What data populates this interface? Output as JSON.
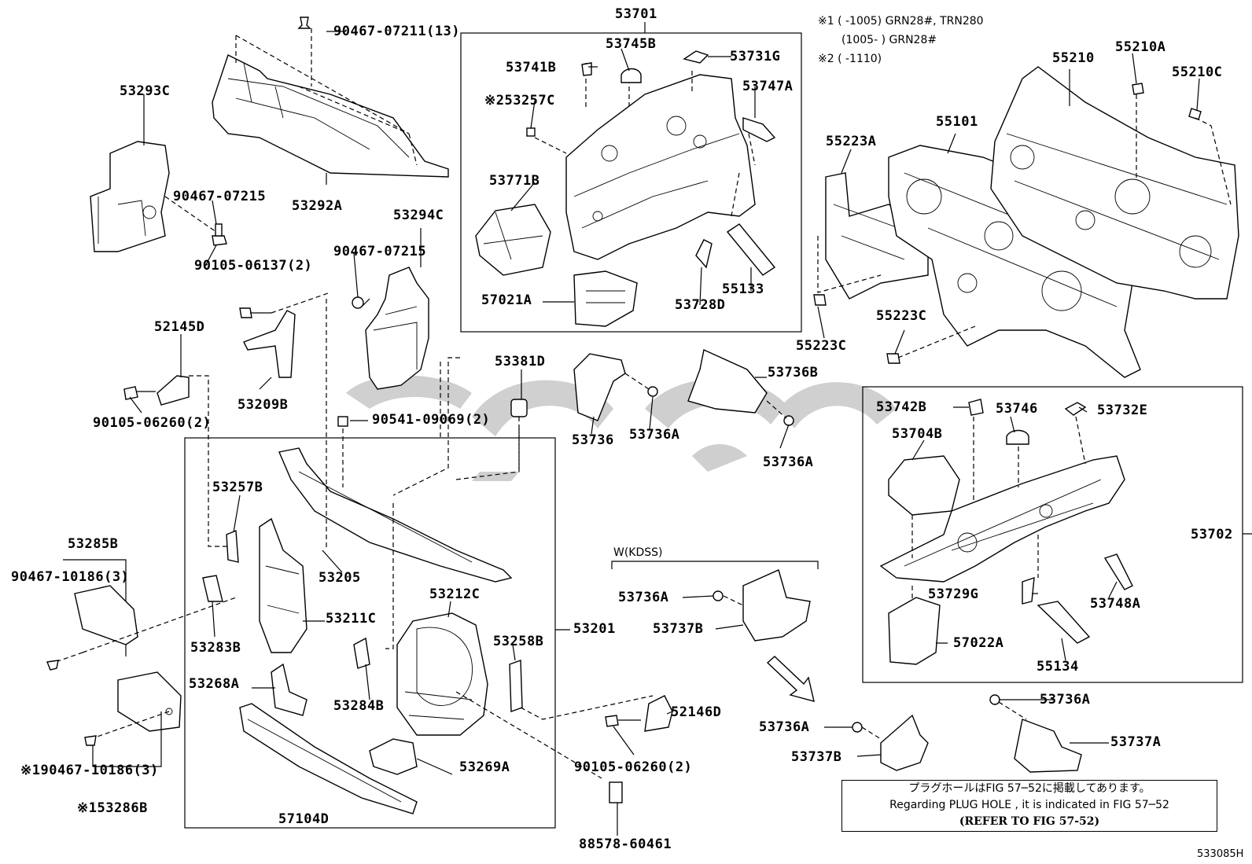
{
  "labels": {
    "p53701": "53701",
    "p53745B": "53745B",
    "p53741B": "53741B",
    "p53731G": "53731G",
    "p53747A": "53747A",
    "p53257C": "※253257C",
    "p53771B": "53771B",
    "p57021A": "57021A",
    "p53728D": "53728D",
    "p55133": "55133",
    "p90467_07211": "90467-07211(13)",
    "p53293C": "53293C",
    "p53292A": "53292A",
    "p90467_07215a": "90467-07215",
    "p90105_06137": "90105-06137(2)",
    "p53294C": "53294C",
    "p90467_07215b": "90467-07215",
    "p52145D": "52145D",
    "p53209B": "53209B",
    "p90105_06260a": "90105-06260(2)",
    "p53381D": "53381D",
    "p90541_09069": "90541-09069(2)",
    "p53736": "53736",
    "p53736A_1": "53736A",
    "p53736B": "53736B",
    "p53736A_2": "53736A",
    "p53257B": "53257B",
    "p53205": "53205",
    "p53285B": "53285B",
    "p90467_10186a": "90467-10186(3)",
    "p53283B": "53283B",
    "p53211C": "53211C",
    "p53212C": "53212C",
    "p53201": "53201",
    "p53258B": "53258B",
    "p53268A": "53268A",
    "p53284B": "53284B",
    "p52146D": "52146D",
    "p53269A": "53269A",
    "p90105_06260b": "90105-06260(2)",
    "p90467_10186b": "※190467-10186(3)",
    "p53286B": "※153286B",
    "p57104D": "57104D",
    "p88578": "88578-60461",
    "p55210": "55210",
    "p55210A": "55210A",
    "p55210C": "55210C",
    "p55101": "55101",
    "p55223A": "55223A",
    "p55223C_1": "55223C",
    "p55223C_2": "55223C",
    "p53742B": "53742B",
    "p53746": "53746",
    "p53732E": "53732E",
    "p53704B": "53704B",
    "p53702": "53702",
    "p53729G": "53729G",
    "p53748A": "53748A",
    "p57022A": "57022A",
    "p55134": "55134",
    "p53736A_3": "53736A",
    "p53737B_1": "53737B",
    "p53736A_4": "53736A",
    "p53737B_2": "53737B",
    "p53736A_5": "53736A",
    "p53737A": "53737A"
  },
  "kdss_label": "W(KDSS)",
  "legend": {
    "line1": "※1 (        -1005) GRN28#, TRN280",
    "line2": "(1005-        ) GRN28#",
    "line3": "※2 (        -1110)"
  },
  "note": {
    "jp": "プラグホールはFIG 57─52に掲載してあります。",
    "en": "Regarding  PLUG  HOLE , it is indicated in FIG  57─52",
    "ref": "(REFER TO FIG 57-52)"
  },
  "figure_code": "533085H",
  "watermark": "شوقی"
}
